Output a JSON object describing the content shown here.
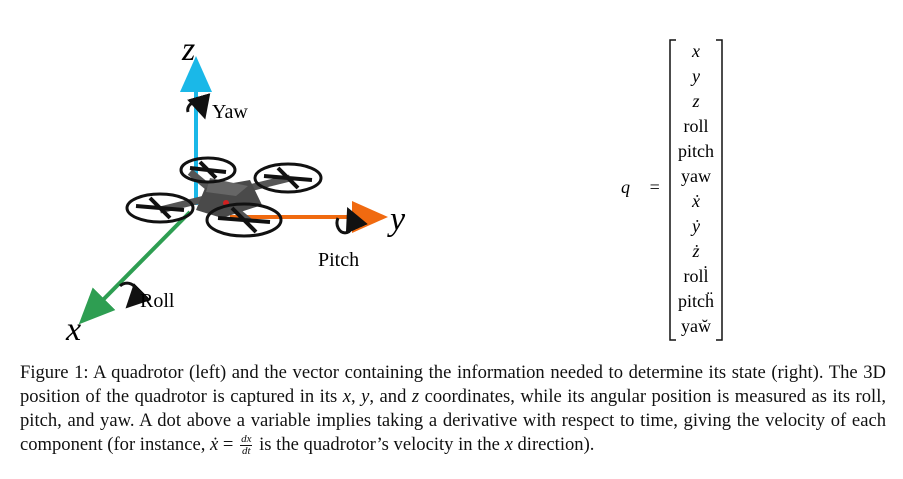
{
  "diagram": {
    "axes": {
      "z": "z",
      "y": "y",
      "x": "x"
    },
    "rotations": {
      "yaw": "Yaw",
      "pitch": "Pitch",
      "roll": "Roll"
    },
    "colors": {
      "z_axis": "#1ab8e8",
      "y_axis": "#f06a10",
      "x_axis": "#2e9e52",
      "body": "#555555"
    }
  },
  "vector": {
    "lhs": "q⃗ =",
    "entries": [
      "x",
      "y",
      "z",
      "roll",
      "pitch",
      "yaw",
      "ẋ",
      "ẏ",
      "ż",
      "roll̇",
      "pitcḧ",
      "yaw̆"
    ]
  },
  "caption": {
    "s1": "Figure 1: A quadrotor (left) and the vector containing the information needed to determine its state (right). The 3D position of the quadrotor is captured in its ",
    "x1": "x",
    "s2": ", ",
    "y1": "y",
    "s3": ", and ",
    "z1": "z",
    "s4": " coordinates, while its angular position is measured as its roll, pitch, and yaw. A dot above a variable implies taking a derivative with respect to time, giving the velocity of each component (for instance, ",
    "xdot": "ẋ",
    "eq": " = ",
    "frac_num": "dx",
    "frac_den": "dt",
    "s5": " is the quadrotor’s velocity in the ",
    "x2": "x",
    "s6": " direction)."
  }
}
